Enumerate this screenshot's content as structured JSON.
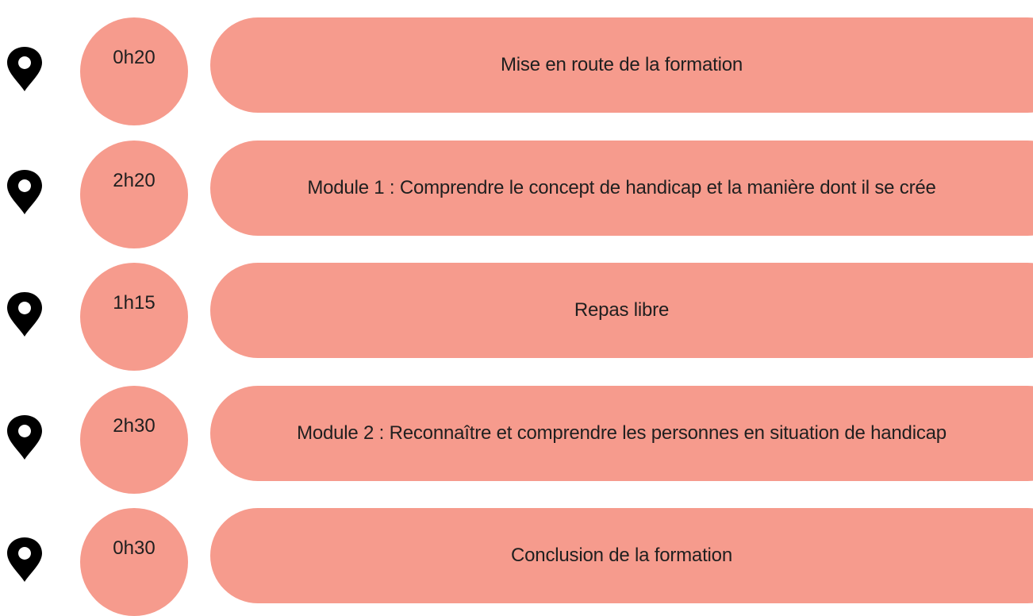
{
  "colors": {
    "accent": "#f69b8d",
    "text": "#1f1f1f",
    "pin": "#000000",
    "background": "#ffffff"
  },
  "timeline": {
    "steps": [
      {
        "duration": "0h20",
        "label": "Mise en route de la formation",
        "icon": "map-pin-icon"
      },
      {
        "duration": "2h20",
        "label": "Module 1 : Comprendre le concept de handicap et la manière dont il se crée",
        "icon": "map-pin-icon"
      },
      {
        "duration": "1h15",
        "label": "Repas libre",
        "icon": "map-pin-icon"
      },
      {
        "duration": "2h30",
        "label": "Module 2 : Reconnaître et comprendre les personnes en situation de handicap",
        "icon": "map-pin-icon"
      },
      {
        "duration": "0h30",
        "label": "Conclusion de la formation",
        "icon": "map-pin-icon"
      }
    ]
  }
}
